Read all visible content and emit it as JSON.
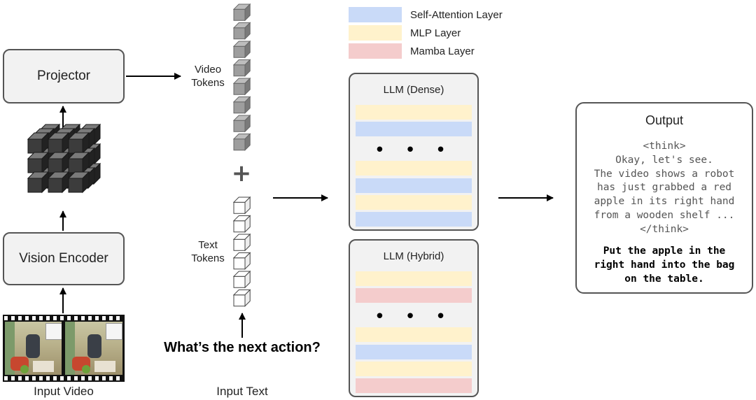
{
  "legend": {
    "items": [
      {
        "label": "Self-Attention Layer",
        "color": "#c9daf8"
      },
      {
        "label": "MLP Layer",
        "color": "#fff2cc"
      },
      {
        "label": "Mamba Layer",
        "color": "#f4cccc"
      }
    ]
  },
  "left": {
    "projector_label": "Projector",
    "vision_encoder_label": "Vision Encoder",
    "input_video_label": "Input Video"
  },
  "middle": {
    "video_tokens_label": "Video\nTokens",
    "plus": "+",
    "text_tokens_label": "Text\nTokens",
    "question": "What’s the next action?",
    "input_text_label": "Input Text"
  },
  "llm_dense": {
    "title": "LLM (Dense)",
    "ellipsis": "• • •",
    "top_layers": [
      "mlp",
      "attn"
    ],
    "bottom_layers": [
      "mlp",
      "attn",
      "mlp",
      "attn"
    ]
  },
  "llm_hybrid": {
    "title": "LLM (Hybrid)",
    "ellipsis": "• • •",
    "top_layers": [
      "mlp",
      "mamba"
    ],
    "bottom_layers": [
      "mlp",
      "attn",
      "mlp",
      "mamba"
    ]
  },
  "output": {
    "title": "Output",
    "lines": [
      "<think>",
      "Okay, let's see.",
      "The video shows a robot",
      "has just grabbed a red",
      "apple in its right hand",
      "from a wooden shelf ...",
      "</think>"
    ],
    "answer_lines": [
      "Put the apple in the",
      "right hand into the bag",
      "on the table."
    ]
  },
  "colors": {
    "attn": "#c9daf8",
    "mlp": "#fff2cc",
    "mamba": "#f4cccc",
    "box_border": "#555555",
    "box_fill": "#f2f2f2"
  }
}
